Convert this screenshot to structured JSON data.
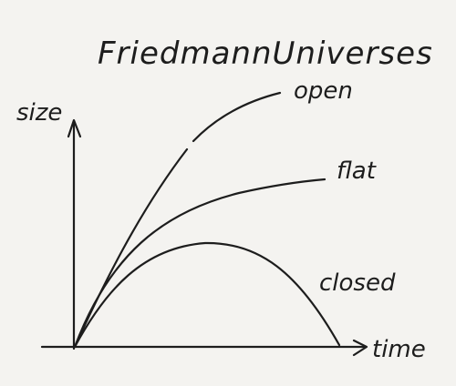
{
  "title": "FriedmannUniverses",
  "axes": {
    "y_label": "size",
    "x_label": "time"
  },
  "curves": [
    {
      "label": "open"
    },
    {
      "label": "flat"
    },
    {
      "label": "closed"
    }
  ]
}
